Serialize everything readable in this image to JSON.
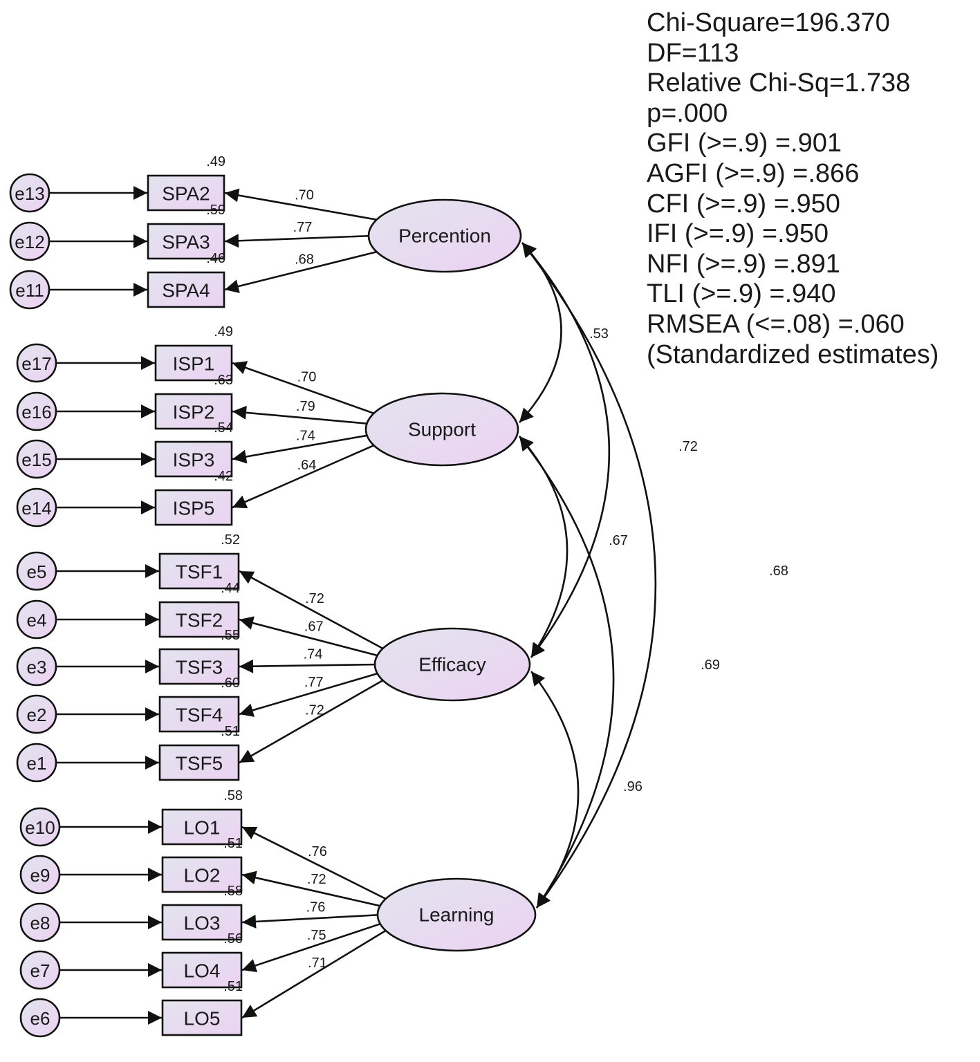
{
  "fit_stats": [
    "Chi-Square=196.370",
    "DF=113",
    "Relative Chi-Sq=1.738",
    "p=.000",
    "GFI (>=.9) =.901",
    "AGFI (>=.9) =.866",
    "CFI (>=.9) =.950",
    "IFI (>=.9) =.950",
    "NFI (>=.9) =.891",
    "TLI (>=.9) =.940",
    "RMSEA (<=.08) =.060",
    "(Standardized estimates)"
  ],
  "colors": {
    "node_fill_start": "#e2e4ee",
    "node_fill_end": "#ecd2f2",
    "stroke": "#111111"
  },
  "latents": [
    {
      "name": "Percention",
      "indicators": [
        {
          "name": "SPA2",
          "error": "e13",
          "loading": ".70",
          "r2": ".49"
        },
        {
          "name": "SPA3",
          "error": "e12",
          "loading": ".77",
          "r2": ".59"
        },
        {
          "name": "SPA4",
          "error": "e11",
          "loading": ".68",
          "r2": ".46"
        }
      ]
    },
    {
      "name": "Support",
      "indicators": [
        {
          "name": "ISP1",
          "error": "e17",
          "loading": ".70",
          "r2": ".49"
        },
        {
          "name": "ISP2",
          "error": "e16",
          "loading": ".79",
          "r2": ".63"
        },
        {
          "name": "ISP3",
          "error": "e15",
          "loading": ".74",
          "r2": ".54"
        },
        {
          "name": "ISP5",
          "error": "e14",
          "loading": ".64",
          "r2": ".42"
        }
      ]
    },
    {
      "name": "Efficacy",
      "indicators": [
        {
          "name": "TSF1",
          "error": "e5",
          "loading": ".72",
          "r2": ".52"
        },
        {
          "name": "TSF2",
          "error": "e4",
          "loading": ".67",
          "r2": ".44"
        },
        {
          "name": "TSF3",
          "error": "e3",
          "loading": ".74",
          "r2": ".55"
        },
        {
          "name": "TSF4",
          "error": "e2",
          "loading": ".77",
          "r2": ".60"
        },
        {
          "name": "TSF5",
          "error": "e1",
          "loading": ".72",
          "r2": ".51"
        }
      ]
    },
    {
      "name": "Learning",
      "indicators": [
        {
          "name": "LO1",
          "error": "e10",
          "loading": ".76",
          "r2": ".58"
        },
        {
          "name": "LO2",
          "error": "e9",
          "loading": ".72",
          "r2": ".51"
        },
        {
          "name": "LO3",
          "error": "e8",
          "loading": ".76",
          "r2": ".58"
        },
        {
          "name": "LO4",
          "error": "e7",
          "loading": ".75",
          "r2": ".56"
        },
        {
          "name": "LO5",
          "error": "e6",
          "loading": ".71",
          "r2": ".51"
        }
      ]
    }
  ],
  "correlations": [
    {
      "from": "Percention",
      "to": "Support",
      "value": ".53"
    },
    {
      "from": "Percention",
      "to": "Efficacy",
      "value": ".72"
    },
    {
      "from": "Percention",
      "to": "Learning",
      "value": ".68"
    },
    {
      "from": "Support",
      "to": "Efficacy",
      "value": ".67"
    },
    {
      "from": "Support",
      "to": "Learning",
      "value": ".69"
    },
    {
      "from": "Efficacy",
      "to": "Learning",
      "value": ".96"
    }
  ]
}
